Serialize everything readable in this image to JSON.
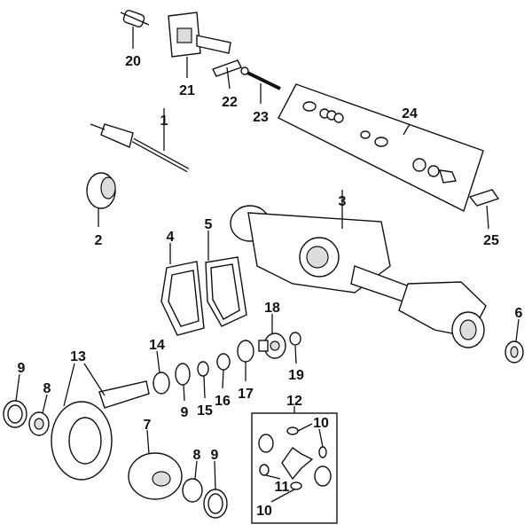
{
  "diagram": {
    "callouts": [
      "20",
      "21",
      "22",
      "23",
      "24",
      "1",
      "2",
      "3",
      "25",
      "4",
      "5",
      "18",
      "6",
      "14",
      "19",
      "13",
      "9",
      "8",
      "9",
      "15",
      "16",
      "17",
      "12",
      "10",
      "7",
      "8",
      "9",
      "11",
      "10"
    ]
  }
}
